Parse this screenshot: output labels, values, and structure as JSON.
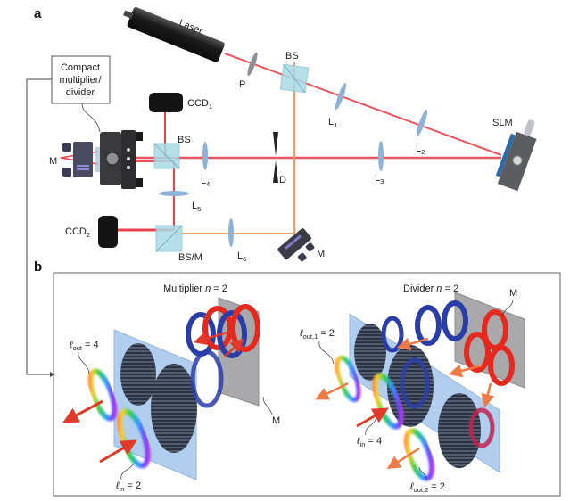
{
  "figure": {
    "panel_a": {
      "letter": "a",
      "components": {
        "laser": "Laser",
        "polarizer": "P",
        "beam_splitter_top": "BS",
        "lens_1": {
          "base": "L",
          "sub": "1"
        },
        "lens_2": {
          "base": "L",
          "sub": "2"
        },
        "lens_3": {
          "base": "L",
          "sub": "3"
        },
        "lens_4": {
          "base": "L",
          "sub": "4"
        },
        "lens_5": {
          "base": "L",
          "sub": "5"
        },
        "lens_6": {
          "base": "L",
          "sub": "6"
        },
        "slm": "SLM",
        "ccd_1": {
          "base": "CCD",
          "sub": "1"
        },
        "ccd_2": {
          "base": "CCD",
          "sub": "2"
        },
        "beam_splitter_mid": "BS",
        "beam_splitter_mirror": "BS/M",
        "diaphragm": "D",
        "mirror_left": "M",
        "mirror_bottom": "M",
        "callout_box": [
          "Compact",
          "multiplier/",
          "divider"
        ]
      }
    },
    "panel_b": {
      "letter": "b",
      "multiplier": {
        "title_prefix": "Multiplier ",
        "title_var": "n",
        "title_suffix": " = 2",
        "l_out": {
          "sub": "out",
          "value": " = 4"
        },
        "l_in": {
          "sub": "in",
          "value": " = 2"
        },
        "mirror": "M"
      },
      "divider": {
        "title_prefix": "Divider ",
        "title_var": "n",
        "title_suffix": " = 2",
        "l_out_1": {
          "sub": "out,1",
          "value": " = 2"
        },
        "l_in": {
          "sub": "in",
          "value": " = 4"
        },
        "l_out_2": {
          "sub": "out,2",
          "value": " = 2"
        },
        "mirror": "M"
      },
      "ell_symbol": "ℓ"
    },
    "colors": {
      "red_beam": "#e8424f",
      "orange_beam": "#f2a066",
      "optic_blue": "#8fb3d6",
      "cube_blue": "#a9dbe6",
      "ring_blue": "#2b3ea8",
      "ring_red": "#e5291f",
      "mirror_gray": "#a9a9ab",
      "plate_blue": "#9ec3ec"
    }
  }
}
